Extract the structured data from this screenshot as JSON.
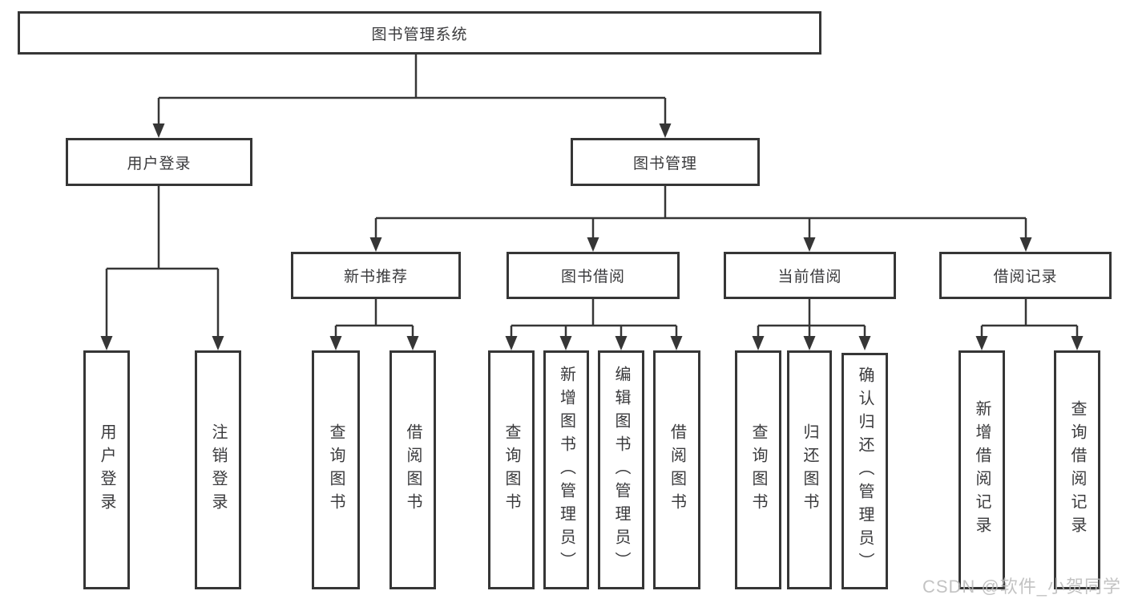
{
  "tree": {
    "label": "图书管理系统",
    "children": [
      {
        "label": "用户登录",
        "children": [
          {
            "label": "用户登录"
          },
          {
            "label": "注销登录"
          }
        ]
      },
      {
        "label": "图书管理",
        "children": [
          {
            "label": "新书推荐",
            "children": [
              {
                "label": "查询图书"
              },
              {
                "label": "借阅图书"
              }
            ]
          },
          {
            "label": "图书借阅",
            "children": [
              {
                "label": "查询图书"
              },
              {
                "label": "新增图书（管理员）"
              },
              {
                "label": "编辑图书（管理员）"
              },
              {
                "label": "借阅图书"
              }
            ]
          },
          {
            "label": "当前借阅",
            "children": [
              {
                "label": "查询图书"
              },
              {
                "label": "归还图书"
              },
              {
                "label": "确认归还（管理员）"
              }
            ]
          },
          {
            "label": "借阅记录",
            "children": [
              {
                "label": "新增借阅记录"
              },
              {
                "label": "查询借阅记录"
              }
            ]
          }
        ]
      }
    ]
  },
  "watermark": {
    "text": "CSDN @软件_小贺同学"
  },
  "colors": {
    "line": "#363636",
    "box_background": "#ffffff",
    "text": "#3a3a3c",
    "watermark": "#b9b9b9"
  }
}
